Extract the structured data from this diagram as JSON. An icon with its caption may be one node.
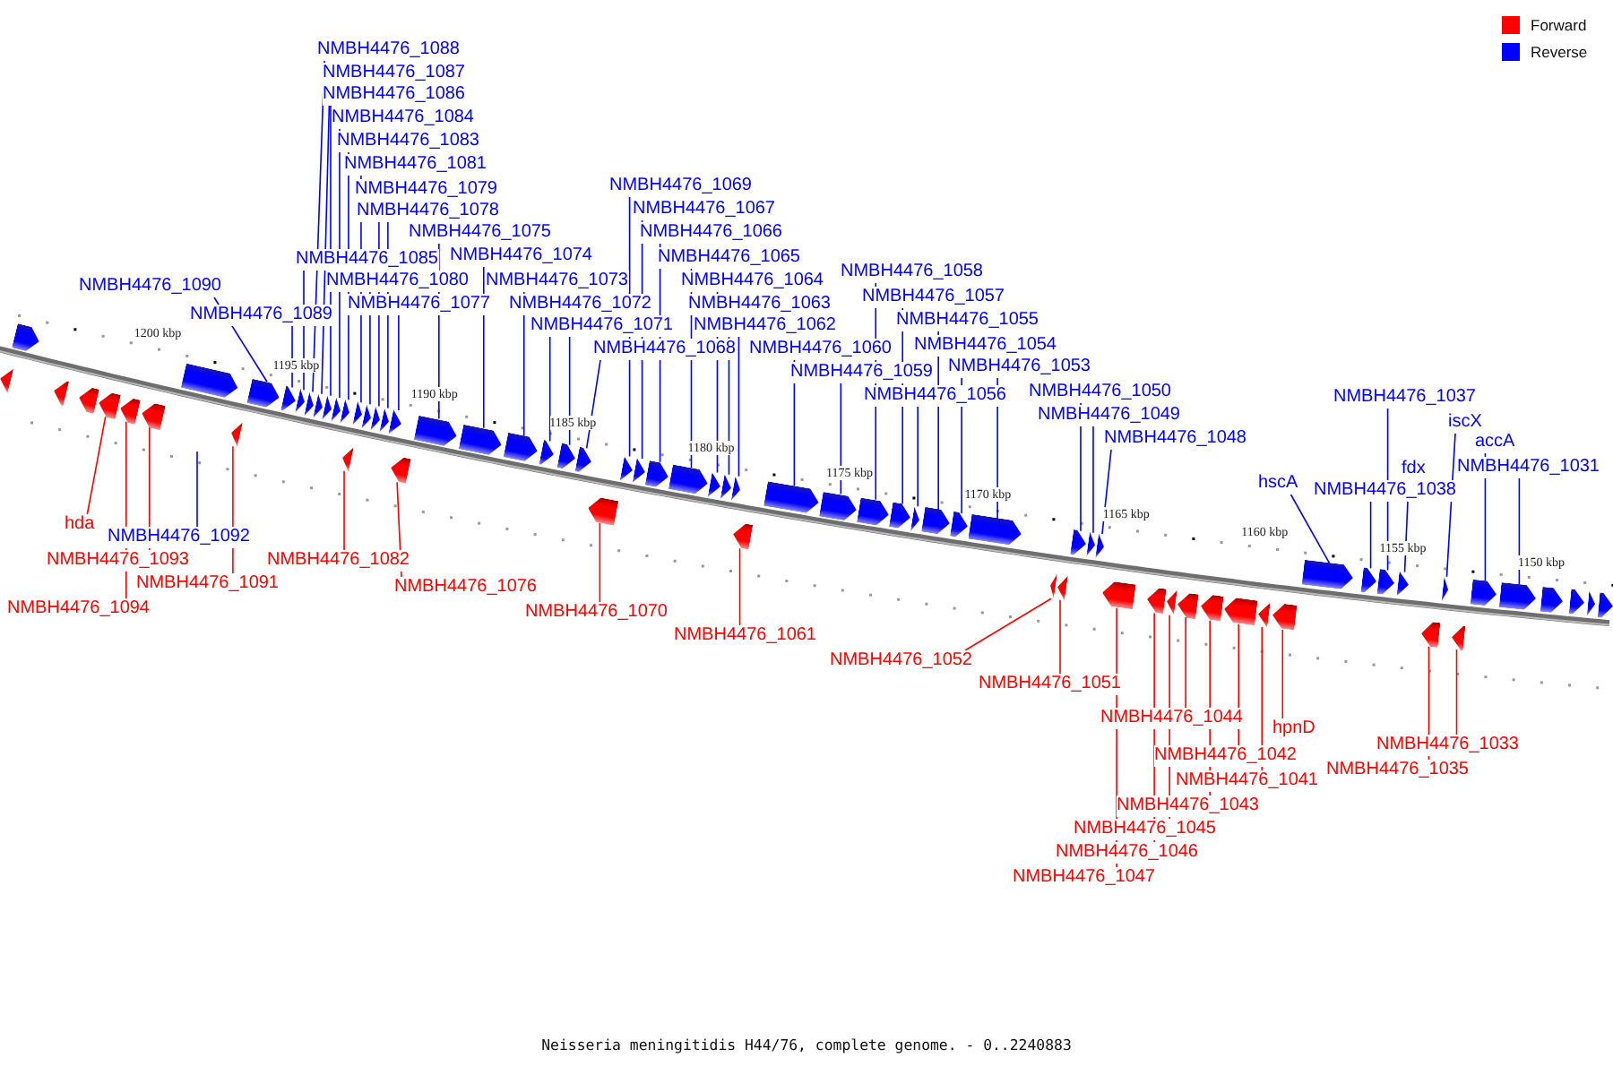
{
  "diagram": {
    "caption": "Neisseria meningitidis H44/76, complete genome. - 0..2240883",
    "nodes": [
      {
        "text": [
          "NMBH4476_1088"
        ]
      },
      {
        "text": [
          "NMBH4476_1087"
        ]
      },
      {
        "text": [
          "NMBH4476_1086"
        ]
      },
      {
        "text": [
          "NMBH4476_1084"
        ]
      },
      {
        "text": [
          "NMBH4476_1083"
        ]
      },
      {
        "text": [
          "NMBH4476_1081"
        ]
      },
      {
        "text": [
          "NMBH4476_1079"
        ]
      },
      {
        "text": [
          "NMBH4476_1078"
        ]
      },
      {
        "text": [
          "NMBH4476_1075"
        ]
      },
      {
        "text": [
          "NMBH4476_1074"
        ]
      },
      {
        "text": [
          "NMBH4476_1085"
        ]
      },
      {
        "text": [
          "NMBH4476_1080"
        ]
      },
      {
        "text": [
          "NMBH4476_1090"
        ]
      },
      {
        "text": [
          "NMBH4476_1073"
        ]
      },
      {
        "text": [
          "NMBH4476_1077"
        ]
      },
      {
        "text": [
          "NMBH4476_1072"
        ]
      },
      {
        "text": [
          "NMBH4476_1089"
        ]
      },
      {
        "text": [
          "NMBH4476_1071"
        ]
      },
      {
        "text": [
          "NMBH4476_1068"
        ]
      },
      {
        "text": [
          "NMBH4476_1069"
        ]
      },
      {
        "text": [
          "NMBH4476_1067"
        ]
      },
      {
        "text": [
          "NMBH4476_1066"
        ]
      },
      {
        "text": [
          "NMBH4476_1065"
        ]
      },
      {
        "text": [
          "NMBH4476_1064"
        ]
      },
      {
        "text": [
          "NMBH4476_1063"
        ]
      },
      {
        "text": [
          "NMBH4476_1062"
        ]
      },
      {
        "text": [
          "NMBH4476_1060"
        ]
      },
      {
        "text": [
          "NMBH4476_1058"
        ]
      },
      {
        "text": [
          "NMBH4476_1057"
        ]
      },
      {
        "text": [
          "NMBH4476_1055"
        ]
      },
      {
        "text": [
          "NMBH4476_1054"
        ]
      },
      {
        "text": [
          "NMBH4476_1059"
        ]
      },
      {
        "text": [
          "NMBH4476_1053"
        ]
      },
      {
        "text": [
          "NMBH4476_1056"
        ]
      },
      {
        "text": [
          "NMBH4476_1050"
        ]
      },
      {
        "text": [
          "NMBH4476_1049"
        ]
      },
      {
        "text": [
          "NMBH4476_1048"
        ]
      },
      {
        "text": [
          "NMBH4476_1037"
        ]
      },
      {
        "text": [
          "iscX"
        ]
      },
      {
        "text": [
          "accA"
        ]
      },
      {
        "text": [
          "fdx"
        ]
      },
      {
        "text": [
          "NMBH4476_1031"
        ]
      },
      {
        "text": [
          "hscA"
        ]
      },
      {
        "text": [
          "NMBH4476_1038"
        ]
      },
      {
        "text": [
          "hda"
        ]
      },
      {
        "text": [
          "NMBH4476_1092"
        ]
      },
      {
        "text": [
          "NMBH4476_1093"
        ]
      },
      {
        "text": [
          "NMBH4476_1082"
        ]
      },
      {
        "text": [
          "NMBH4476_1091"
        ]
      },
      {
        "text": [
          "NMBH4476_1076"
        ]
      },
      {
        "text": [
          "NMBH4476_1094"
        ]
      },
      {
        "text": [
          "NMBH4476_1070"
        ]
      },
      {
        "text": [
          "NMBH4476_1061"
        ]
      },
      {
        "text": [
          "NMBH4476_1052"
        ]
      },
      {
        "text": [
          "NMBH4476_1051"
        ]
      },
      {
        "text": [
          "NMBH4476_1044"
        ]
      },
      {
        "text": [
          "hpnD"
        ]
      },
      {
        "text": [
          "NMBH4476_1033"
        ]
      },
      {
        "text": [
          "NMBH4476_1042"
        ]
      },
      {
        "text": [
          "NMBH4476_1035"
        ]
      },
      {
        "text": [
          "NMBH4476_1041"
        ]
      },
      {
        "text": [
          "NMBH4476_1043"
        ]
      },
      {
        "text": [
          "NMBH4476_1045"
        ]
      },
      {
        "text": [
          "NMBH4476_1046"
        ]
      },
      {
        "text": [
          "NMBH4476_1047"
        ]
      },
      {
        "text": [],
        "shape": "arrow"
      },
      {
        "text": [],
        "shape": "arrow"
      },
      {
        "text": [],
        "shape": "arrow"
      },
      {
        "text": [],
        "shape": "arrow"
      },
      {
        "text": [],
        "shape": "arrow"
      },
      {
        "text": [],
        "shape": "arrow"
      },
      {
        "text": [],
        "shape": "arrow"
      },
      {
        "text": [],
        "shape": "arrow"
      },
      {
        "text": [],
        "shape": "arrow"
      },
      {
        "text": [],
        "shape": "arrow"
      },
      {
        "text": [],
        "shape": "arrow"
      },
      {
        "text": [],
        "shape": "arrow"
      },
      {
        "text": [],
        "shape": "arrow"
      },
      {
        "text": [],
        "shape": "arrow"
      },
      {
        "text": [],
        "shape": "arrow"
      },
      {
        "text": [],
        "shape": "arrow"
      },
      {
        "text": [],
        "shape": "arrow"
      },
      {
        "text": [],
        "shape": "arrow"
      },
      {
        "text": [],
        "shape": "arrow"
      },
      {
        "text": [],
        "shape": "arrow"
      },
      {
        "text": [],
        "shape": "arrow"
      },
      {
        "text": [],
        "shape": "arrow"
      },
      {
        "text": [],
        "shape": "arrow"
      },
      {
        "text": [],
        "shape": "arrow"
      },
      {
        "text": [],
        "shape": "arrow"
      },
      {
        "text": [],
        "shape": "arrow"
      },
      {
        "text": [],
        "shape": "arrow"
      },
      {
        "text": [],
        "shape": "arrow"
      },
      {
        "text": [],
        "shape": "arrow"
      },
      {
        "text": [],
        "shape": "arrow"
      },
      {
        "text": [],
        "shape": "arrow"
      },
      {
        "text": [],
        "shape": "arrow"
      },
      {
        "text": [],
        "shape": "arrow"
      },
      {
        "text": [],
        "shape": "arrow"
      },
      {
        "text": [],
        "shape": "arrow"
      },
      {
        "text": [],
        "shape": "arrow"
      },
      {
        "text": [],
        "shape": "arrow"
      },
      {
        "text": [],
        "shape": "arrow"
      },
      {
        "text": [],
        "shape": "arrow"
      },
      {
        "text": [],
        "shape": "arrow"
      },
      {
        "text": [],
        "shape": "arrow"
      },
      {
        "text": [],
        "shape": "arrow"
      },
      {
        "text": [],
        "shape": "arrow"
      },
      {
        "text": [],
        "shape": "arrow"
      },
      {
        "text": [],
        "shape": "arrow"
      },
      {
        "text": [],
        "shape": "arrow"
      },
      {
        "text": [],
        "shape": "arrow"
      },
      {
        "text": [],
        "shape": "arrow"
      },
      {
        "text": [],
        "shape": "arrow"
      },
      {
        "text": [],
        "shape": "arrow"
      },
      {
        "text": [],
        "shape": "arrow"
      },
      {
        "text": [],
        "shape": "arrow"
      },
      {
        "text": [],
        "shape": "arrow"
      },
      {
        "text": [],
        "shape": "arrow"
      },
      {
        "text": [],
        "shape": "arrow"
      },
      {
        "text": [],
        "shape": "arrow"
      },
      {
        "text": [],
        "shape": "arrow"
      },
      {
        "text": [],
        "shape": "arrow"
      },
      {
        "text": [],
        "shape": "arrow"
      },
      {
        "text": [],
        "shape": "arrow"
      },
      {
        "text": [],
        "shape": "arrow"
      },
      {
        "text": [],
        "shape": "arrow"
      },
      {
        "text": [],
        "shape": "arrow"
      },
      {
        "text": [],
        "shape": "arrow"
      },
      {
        "text": [],
        "shape": "arrow"
      },
      {
        "text": [],
        "shape": "arrow"
      },
      {
        "text": [],
        "shape": "arrow"
      },
      {
        "text": [],
        "shape": "arrow"
      },
      {
        "text": [],
        "shape": "arrow"
      },
      {
        "text": [],
        "shape": "arrow"
      },
      {
        "text": [],
        "shape": "arrow"
      },
      {
        "text": [],
        "shape": "arrow"
      },
      {
        "text": [],
        "shape": "arrow"
      }
    ],
    "edges": [
      {
        "from": 0,
        "to": 77,
        "arrow": "none"
      },
      {
        "from": 1,
        "to": 78,
        "arrow": "none"
      },
      {
        "from": 2,
        "to": 79,
        "arrow": "none"
      },
      {
        "from": 3,
        "to": 80,
        "arrow": "none"
      },
      {
        "from": 4,
        "to": 81,
        "arrow": "none"
      },
      {
        "from": 5,
        "to": 83,
        "arrow": "none"
      },
      {
        "from": 6,
        "to": 85,
        "arrow": "none"
      },
      {
        "from": 7,
        "to": 86,
        "arrow": "none"
      },
      {
        "from": 8,
        "to": 89,
        "arrow": "none"
      },
      {
        "from": 9,
        "to": 90,
        "arrow": "none"
      },
      {
        "from": 10,
        "to": 76,
        "arrow": "none"
      },
      {
        "from": 11,
        "to": 84,
        "arrow": "none"
      },
      {
        "from": 12,
        "to": 74,
        "arrow": "none"
      },
      {
        "from": 13,
        "to": 91,
        "arrow": "none"
      },
      {
        "from": 14,
        "to": 87,
        "arrow": "none"
      },
      {
        "from": 15,
        "to": 92,
        "arrow": "none"
      },
      {
        "from": 16,
        "to": 75,
        "arrow": "none"
      },
      {
        "from": 17,
        "to": 93,
        "arrow": "none"
      },
      {
        "from": 18,
        "to": 94,
        "arrow": "none"
      },
      {
        "from": 19,
        "to": 96,
        "arrow": "none"
      },
      {
        "from": 20,
        "to": 97,
        "arrow": "none"
      },
      {
        "from": 21,
        "to": 98,
        "arrow": "none"
      },
      {
        "from": 22,
        "to": 99,
        "arrow": "none"
      },
      {
        "from": 23,
        "to": 100,
        "arrow": "none"
      },
      {
        "from": 24,
        "to": 101,
        "arrow": "none"
      },
      {
        "from": 25,
        "to": 102,
        "arrow": "none"
      },
      {
        "from": 26,
        "to": 104,
        "arrow": "none"
      },
      {
        "from": 27,
        "to": 106,
        "arrow": "none"
      },
      {
        "from": 28,
        "to": 107,
        "arrow": "none"
      },
      {
        "from": 29,
        "to": 109,
        "arrow": "none"
      },
      {
        "from": 30,
        "to": 110,
        "arrow": "none"
      },
      {
        "from": 31,
        "to": 105,
        "arrow": "none"
      },
      {
        "from": 32,
        "to": 111,
        "arrow": "none"
      },
      {
        "from": 33,
        "to": 108,
        "arrow": "none"
      },
      {
        "from": 34,
        "to": 114,
        "arrow": "none"
      },
      {
        "from": 35,
        "to": 115,
        "arrow": "none"
      },
      {
        "from": 36,
        "to": 116,
        "arrow": "none"
      },
      {
        "from": 37,
        "to": 127,
        "arrow": "none"
      },
      {
        "from": 38,
        "to": 130,
        "arrow": "none"
      },
      {
        "from": 39,
        "to": 132,
        "arrow": "none"
      },
      {
        "from": 40,
        "to": 128,
        "arrow": "none"
      },
      {
        "from": 41,
        "to": 133,
        "arrow": "none"
      },
      {
        "from": 42,
        "to": 125,
        "arrow": "none"
      },
      {
        "from": 43,
        "to": 126,
        "arrow": "none"
      },
      {
        "from": 44,
        "to": 69,
        "arrow": "none",
        "color": "#ff0000"
      },
      {
        "from": 45,
        "to": null,
        "arrow": "none"
      },
      {
        "from": 46,
        "to": 71,
        "arrow": "none",
        "color": "#ff0000"
      },
      {
        "from": 47,
        "to": 82,
        "arrow": "none",
        "color": "#ff0000"
      },
      {
        "from": 48,
        "to": 73,
        "arrow": "none",
        "color": "#ff0000"
      },
      {
        "from": 49,
        "to": 88,
        "arrow": "none",
        "color": "#ff0000"
      },
      {
        "from": 50,
        "to": 70,
        "arrow": "none",
        "color": "#ff0000"
      },
      {
        "from": 51,
        "to": 95,
        "arrow": "none",
        "color": "#ff0000"
      },
      {
        "from": 52,
        "to": 103,
        "arrow": "none",
        "color": "#ff0000"
      },
      {
        "from": 53,
        "to": 112,
        "arrow": "none",
        "color": "#ff0000"
      },
      {
        "from": 54,
        "to": 113,
        "arrow": "none",
        "color": "#ff0000"
      },
      {
        "from": 55,
        "to": 120,
        "arrow": "none",
        "color": "#ff0000"
      },
      {
        "from": 56,
        "to": 124,
        "arrow": "none",
        "color": "#ff0000"
      },
      {
        "from": 57,
        "to": 131,
        "arrow": "none",
        "color": "#ff0000"
      },
      {
        "from": 58,
        "to": 122,
        "arrow": "none",
        "color": "#ff0000"
      },
      {
        "from": 59,
        "to": 129,
        "arrow": "none",
        "color": "#ff0000"
      },
      {
        "from": 60,
        "to": 123,
        "arrow": "none",
        "color": "#ff0000"
      },
      {
        "from": 61,
        "to": 121,
        "arrow": "none",
        "color": "#ff0000"
      },
      {
        "from": 62,
        "to": 119,
        "arrow": "none",
        "color": "#ff0000"
      },
      {
        "from": 63,
        "to": 118,
        "arrow": "none",
        "color": "#ff0000"
      },
      {
        "from": 64,
        "to": 117,
        "arrow": "none",
        "color": "#ff0000"
      }
    ],
    "labels": [
      "1200 kbp",
      "1195 kbp",
      "1190 kbp",
      "1185 kbp",
      "1180 kbp",
      "1175 kbp",
      "1170 kbp",
      "1165 kbp",
      "1160 kbp",
      "1155 kbp",
      "1150 kbp"
    ],
    "legend": [
      {
        "text": "Forward",
        "color": "#ff0000"
      },
      {
        "text": "Reverse",
        "color": "#0000ff"
      }
    ]
  }
}
